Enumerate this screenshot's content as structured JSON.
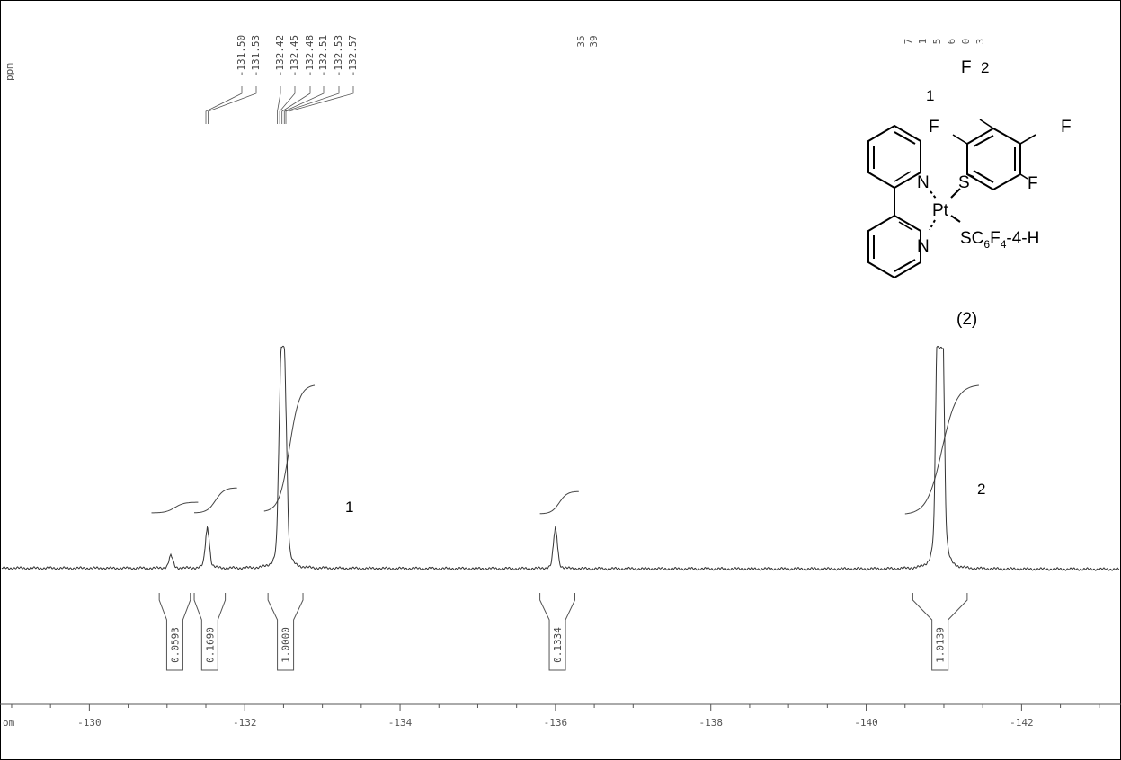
{
  "chart_data": {
    "type": "line",
    "title": "",
    "xlabel": "ppm",
    "ylabel": "",
    "xlim": [
      -128.85,
      -143.28
    ],
    "x_ticks": [
      -130,
      -132,
      -134,
      -136,
      -138,
      -140,
      -142
    ],
    "x_tick_labels": [
      "-130",
      "-132",
      "-134",
      "-136",
      "-138",
      "-140",
      "-142"
    ],
    "x_axis_unit_fragment": "om",
    "y_axis_unit_fragment": "ppm",
    "peak_shift_labels": [
      "-131.50",
      "-131.53",
      "-132.42",
      "-132.45",
      "-132.48",
      "-132.51",
      "-132.53",
      "-132.57"
    ],
    "peak_shift_label_fragments_middle": [
      "35",
      "39"
    ],
    "peak_shift_label_fragments_right": [
      "7",
      "1",
      "5",
      "6",
      "0",
      "3"
    ],
    "multiplets": [
      {
        "center": -131.05,
        "relative_height": 0.04,
        "label": ""
      },
      {
        "center": -131.52,
        "relative_height": 0.13,
        "label": ""
      },
      {
        "center": -132.49,
        "relative_height": 0.62,
        "label": "1"
      },
      {
        "center": -136.0,
        "relative_height": 0.13,
        "label": ""
      },
      {
        "center": -140.95,
        "relative_height": 0.92,
        "label": "2"
      }
    ],
    "integrals": [
      {
        "range": [
          -130.9,
          -131.3
        ],
        "value": "0.0593"
      },
      {
        "range": [
          -131.35,
          -131.75
        ],
        "value": "0.1690"
      },
      {
        "range": [
          -132.3,
          -132.75
        ],
        "value": "1.0000"
      },
      {
        "range": [
          -135.8,
          -136.25
        ],
        "value": "0.1334"
      },
      {
        "range": [
          -140.6,
          -141.3
        ],
        "value": "1.0139"
      }
    ],
    "signal_annotations": [
      "1",
      "2"
    ]
  },
  "structure": {
    "compound_label": "(2)",
    "metal": "Pt",
    "nitrogen": "N",
    "sulfur": "S",
    "fluorine": "F",
    "position_labels": [
      "1",
      "2"
    ],
    "ligand_prefix": "SC",
    "ligand_sub6": "6",
    "ligand_mid": "F",
    "ligand_sub4": "4",
    "ligand_suffix": "-4-H"
  },
  "colors": {
    "ink": "#000000",
    "trace": "#333333",
    "background": "#ffffff"
  }
}
